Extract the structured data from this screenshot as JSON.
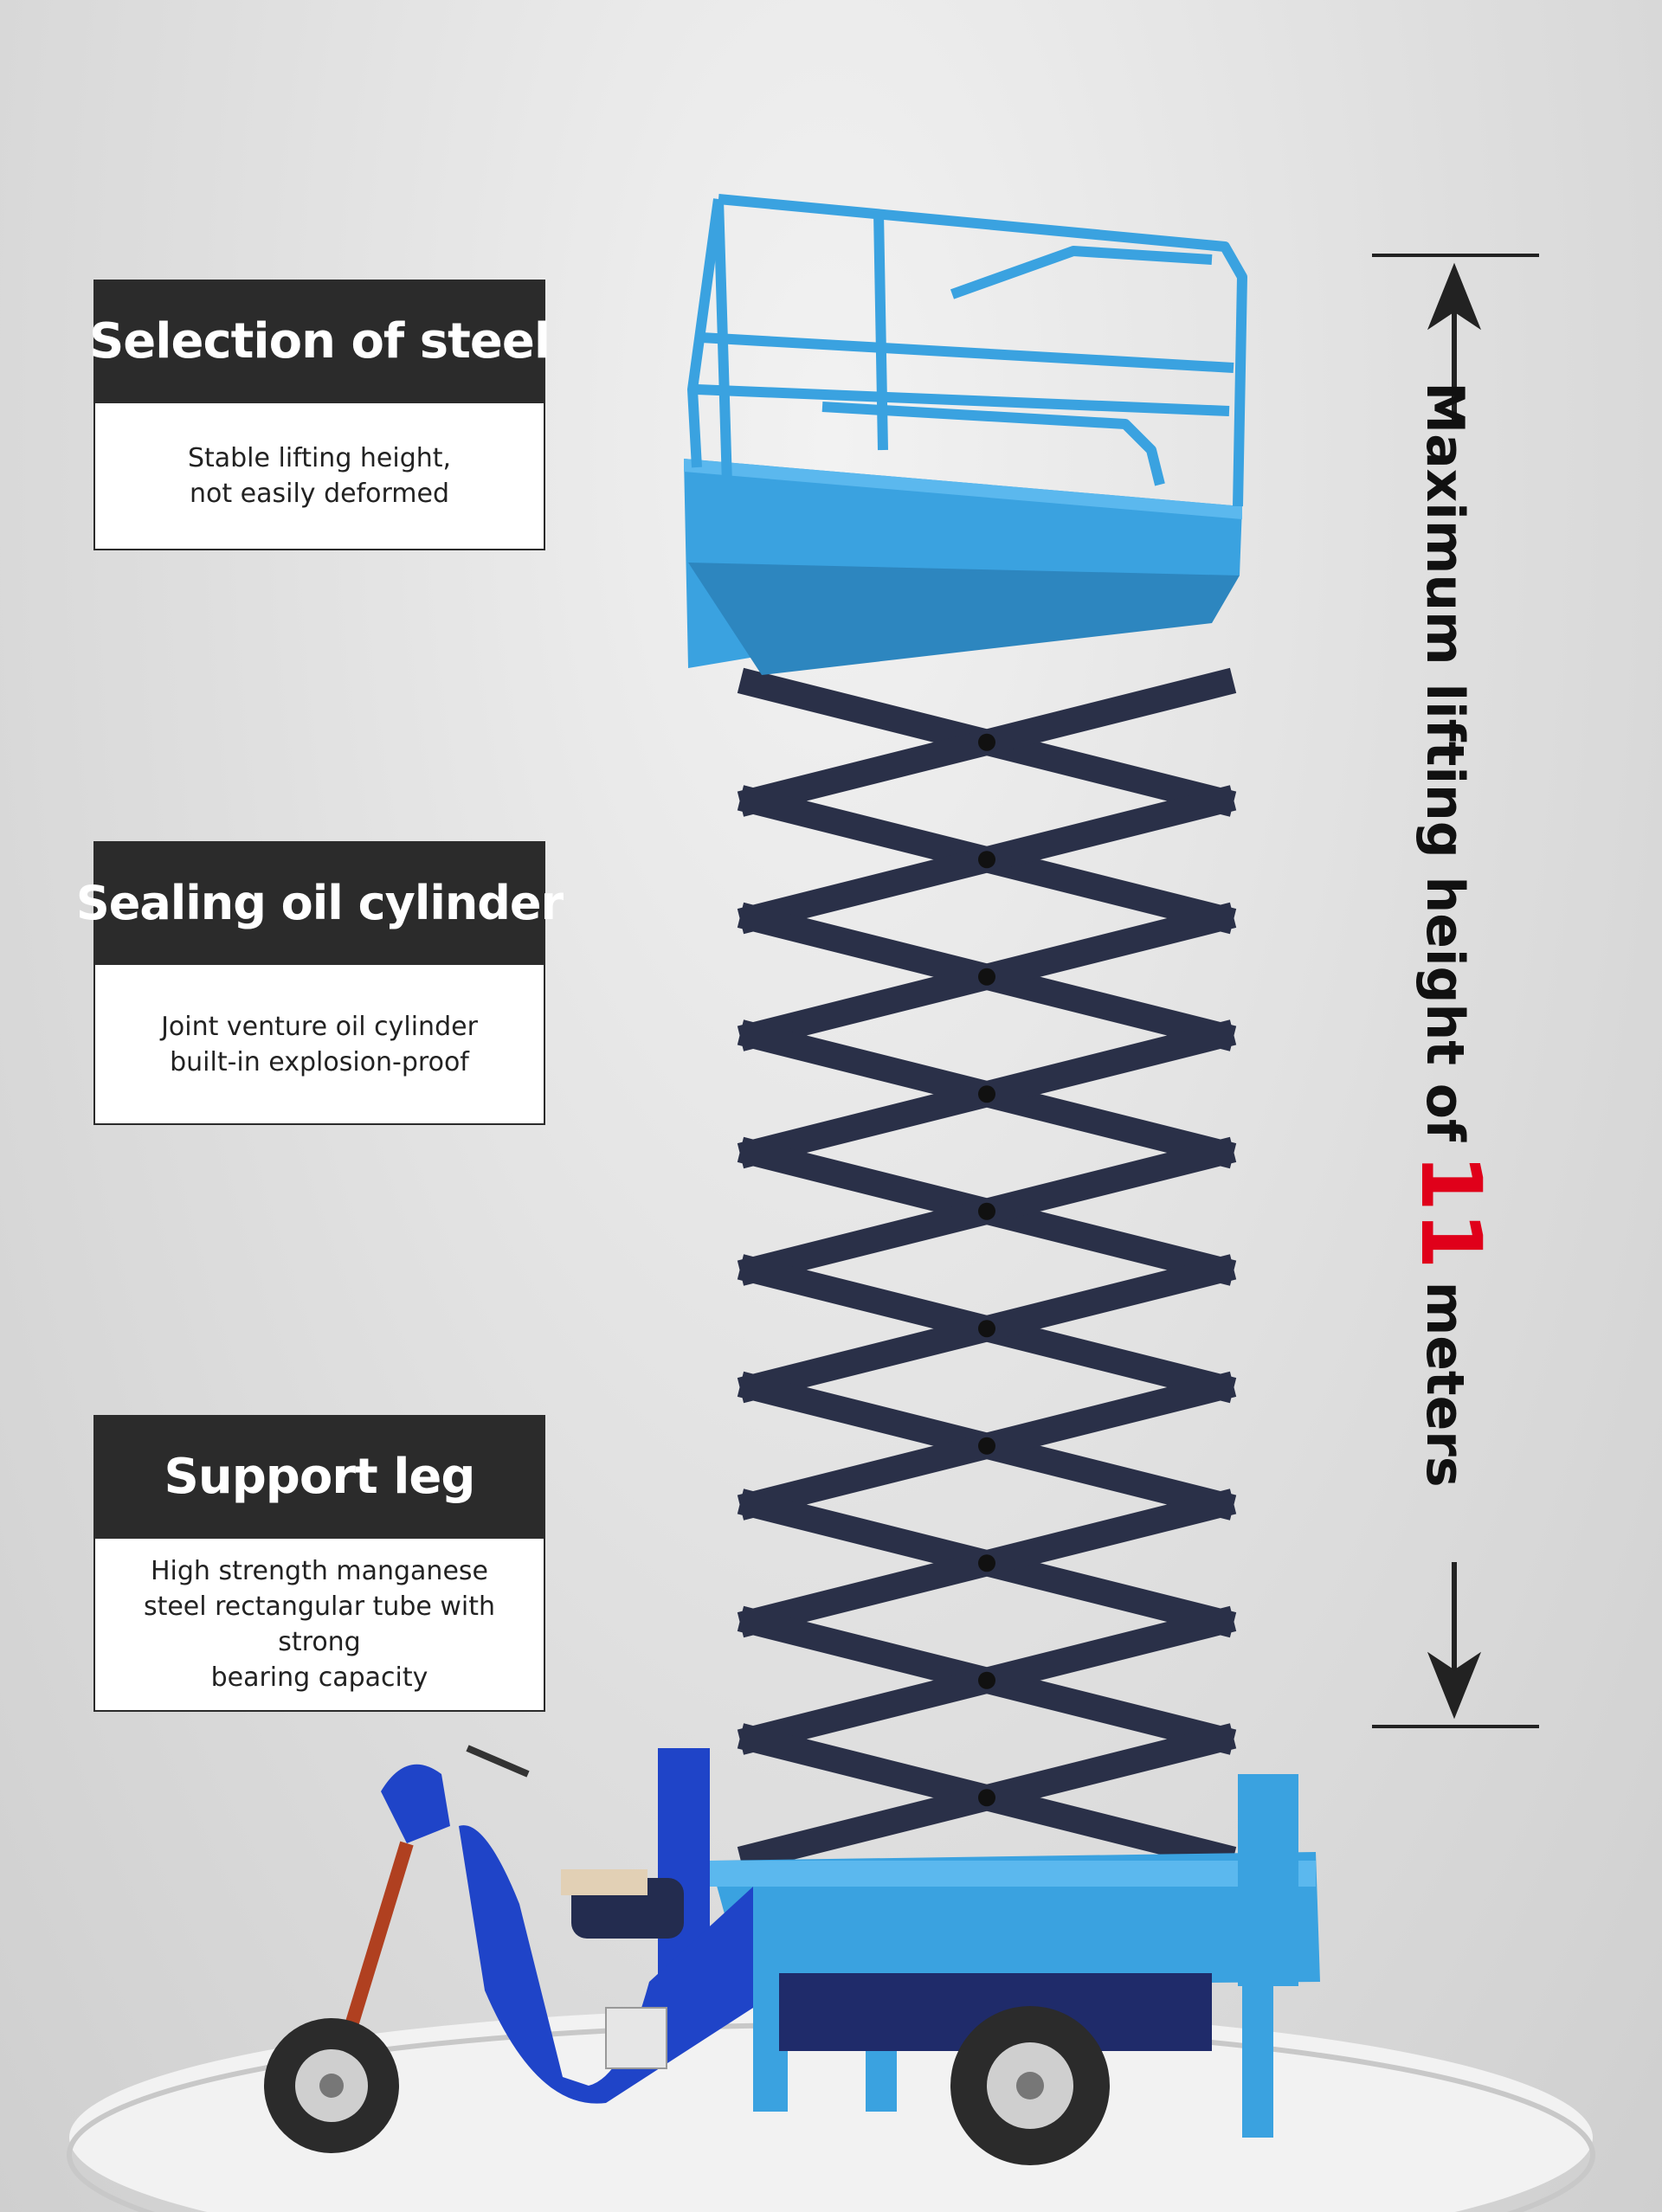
{
  "features": [
    {
      "title": "Selection of steel",
      "description": "Stable lifting height,\nnot easily deformed"
    },
    {
      "title": "Sealing oil cylinder",
      "description": "Joint venture oil cylinder\nbuilt-in explosion-proof"
    },
    {
      "title": "Support leg",
      "description": "High strength manganese\nsteel rectangular tube with strong\nbearing capacity"
    }
  ],
  "height_annotation": {
    "prefix": "Maximum lifting height of",
    "value": "11",
    "unit": "meters"
  },
  "colors": {
    "header_bg": "#2b2b2b",
    "platform_blue": "#3aa2e0",
    "scissor_navy": "#2a3048",
    "tricycle_blue": "#1f44c8",
    "accent_red": "#e0001a"
  }
}
